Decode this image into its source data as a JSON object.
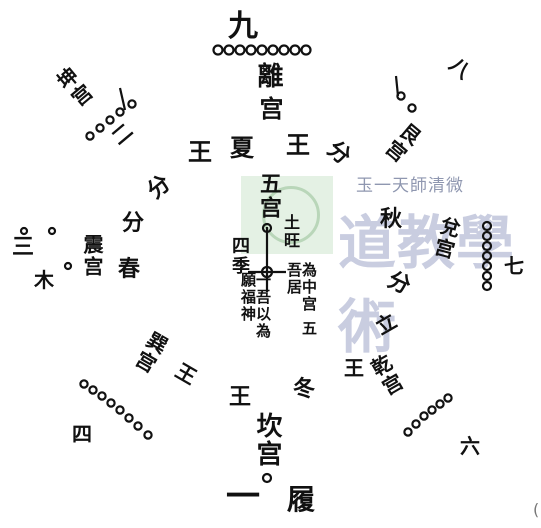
{
  "watermark": {
    "small_text": "玉一天師清微",
    "large_text": "道教學術"
  },
  "palace_center": {
    "title": "五宫",
    "left_col": "四季",
    "mid_top": "土旺",
    "mid_bottom": "一吾以為 願福神",
    "right_col": "為中宫 五吾居"
  },
  "palace_north": {
    "top": "九",
    "line2": "離",
    "line3": "宫"
  },
  "palace_south": {
    "line1": "坎宫",
    "bottom_num": "一",
    "bottom_right": "履"
  },
  "palace_east": {
    "num": "三",
    "name": "木",
    "text": "震宫",
    "season": "春"
  },
  "palace_west": {
    "name": "兌宫",
    "season": "秋",
    "num": "七"
  },
  "palace_nw": {
    "num": "二",
    "name": "坤宫"
  },
  "palace_ne": {
    "num": "八",
    "name": "艮宫"
  },
  "palace_sw": {
    "num": "四",
    "name": "巽宫"
  },
  "palace_se": {
    "num": "六",
    "name": "乾宫"
  },
  "labels": {
    "nw_king": "王",
    "ne_king": "王",
    "winter": "冬",
    "south_king": "王",
    "summer": "夏",
    "autumn_king": "王",
    "spring_king": "王",
    "w_fen": "分",
    "e_fen": "分",
    "ne_fen": "分",
    "sw_fen": "分",
    "se_li": "立",
    "se_lan": "秋"
  },
  "colors": {
    "ink": "#111111",
    "watermark_blue": "#c9cde0",
    "watermark_green": "#dfeedf"
  },
  "edge_mark": "("
}
